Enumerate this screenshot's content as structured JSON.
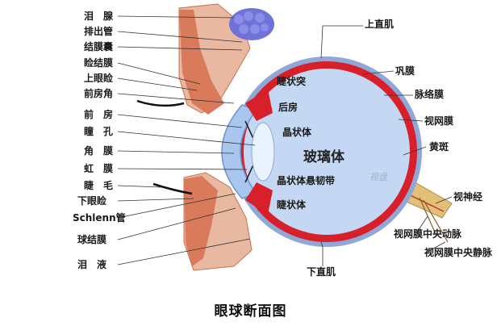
{
  "title": "眼球断面图",
  "left_labels": [
    "泪　腺",
    "排出管",
    "结膜囊",
    "睑结膜",
    "上眼睑",
    "前房角",
    "前　房",
    "瞳　孔",
    "角　膜",
    "虹　膜",
    "睫　毛",
    "下眼睑",
    "Schlenn管",
    "球结膜",
    "泪　液"
  ],
  "right_labels": [
    "上直肌",
    "巩膜",
    "脉络膜",
    "视网膜",
    "黄斑",
    "视神经",
    "视网膜中央动脉",
    "视网膜中央静脉",
    "下直肌"
  ],
  "inner_labels": [
    "睫状突",
    "后房",
    "晶状体",
    "晶状体悬韧带",
    "睫状体"
  ],
  "center_label": "玻璃体",
  "watermark": "视盘",
  "colors": {
    "vitreous": "#c4d8f4",
    "sclera": "#8fa8d8",
    "choroid": "#d8202a",
    "lens": "#eaf2ff",
    "lacrimal": "#6f72d6",
    "eyelid": "#d78a6e",
    "label": "#1a1a1a"
  }
}
